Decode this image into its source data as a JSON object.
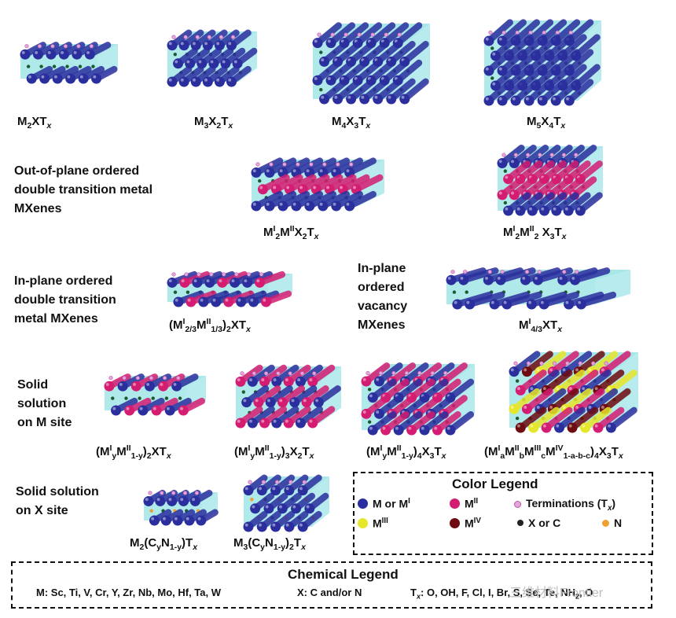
{
  "top_row": [
    {
      "name": "m2xtx",
      "html": "M<sub>2</sub>XT<sub><i>x</i></sub>"
    },
    {
      "name": "m3x2tx",
      "html": "M<sub>3</sub>X<sub>2</sub>T<sub><i>x</i></sub>"
    },
    {
      "name": "m4x3tx",
      "html": "M<sub>4</sub>X<sub>3</sub>T<sub><i>x</i></sub>"
    },
    {
      "name": "m5x4tx",
      "html": "M<sub>5</sub>X<sub>4</sub>T<sub><i>x</i></sub>"
    }
  ],
  "sections": {
    "out_of_plane": {
      "title_lines": [
        "Out-of-plane ordered",
        "double transition metal",
        "MXenes"
      ],
      "labels": [
        "M<sup>I</sup><sub>2</sub>M<sup>II</sup>X<sub>2</sub>T<sub><i>x</i></sub>",
        "M<sup>I</sup><sub>2</sub>M<sup>II</sup><sub>2</sub> X<sub>3</sub>T<sub><i>x</i></sub>"
      ]
    },
    "in_plane_dtm": {
      "title_lines": [
        "In-plane ordered",
        "double transition",
        "metal MXenes"
      ],
      "labels": [
        "(M<sup>I</sup><sub>2/3</sub>M<sup>II</sup><sub>1/3</sub>)<sub>2</sub>XT<sub><i>x</i></sub>"
      ]
    },
    "in_plane_vacancy": {
      "title_lines": [
        "In-plane",
        "ordered",
        "vacancy",
        "MXenes"
      ],
      "labels": [
        "M<sup>I</sup><sub>4/3</sub>XT<sub><i>x</i></sub>"
      ]
    },
    "solid_m": {
      "title_lines": [
        "Solid",
        "solution",
        "on M site"
      ],
      "labels": [
        "(M<sup>I</sup><sub>y</sub>M<sup>II</sup><sub>1-y</sub>)<sub>2</sub>XT<sub><i>x</i></sub>",
        "(M<sup>I</sup><sub>y</sub>M<sup>II</sup><sub>1-y</sub>)<sub>3</sub>X<sub>2</sub>T<sub><i>x</i></sub>",
        "(M<sup>I</sup><sub>y</sub>M<sup>II</sup><sub>1-y</sub>)<sub>4</sub>X<sub>3</sub>T<sub><i>x</i></sub>",
        "(M<sup>I</sup><sub>a</sub>M<sup>II</sup><sub>b</sub>M<sup>III</sup><sub>c</sub>M<sup>IV</sup><sub>1-a-b-c</sub>)<sub>4</sub>X<sub>3</sub>T<sub><i>x</i></sub>"
      ]
    },
    "solid_x": {
      "title_lines": [
        "Solid solution",
        "on X site"
      ],
      "labels": [
        "M<sub>2</sub>(C<sub>y</sub>N<sub>1-y</sub>)T<sub><i>x</i></sub>",
        "M<sub>3</sub>(C<sub>y</sub>N<sub>1-y</sub>)<sub>2</sub>T<sub><i>x</i></sub>"
      ]
    }
  },
  "color_legend": {
    "title": "Color Legend",
    "items": [
      {
        "html": "M or M<sup>I</sup>",
        "color": "#2b2f9e"
      },
      {
        "html": "M<sup>II</sup>",
        "color": "#d41d72"
      },
      {
        "html": "Terminations (T<sub><i>x</i></sub>)",
        "color": "#e7a3db"
      },
      {
        "html": "M<sup>III</sup>",
        "color": "#e6e62a"
      },
      {
        "html": "M<sup>IV</sup>",
        "color": "#6e0b10"
      },
      {
        "html": "X or C",
        "color": "#222222"
      },
      {
        "html": "N",
        "color": "#f0a030"
      }
    ]
  },
  "chemical_legend": {
    "title": "Chemical Legend",
    "m_line": "M: Sc, Ti, V, Cr, Y, Zr, Nb, Mo, Hf, Ta, W",
    "x_line": "X: C and/or N",
    "t_line": "T<sub><i>x</i></sub>: O, OH, F, Cl, I, Br, S, Se, Te, NH<sub>2</sub>, O"
  },
  "watermark": "三维材料Frontier",
  "colors": {
    "slab": "#5fd3d6",
    "m": "#2b2f9e",
    "m2": "#d41d72",
    "m3": "#e6e62a",
    "m4": "#6e0b10",
    "term": "#e7a3db",
    "x": "#1f5a2e",
    "n": "#f0a030"
  }
}
